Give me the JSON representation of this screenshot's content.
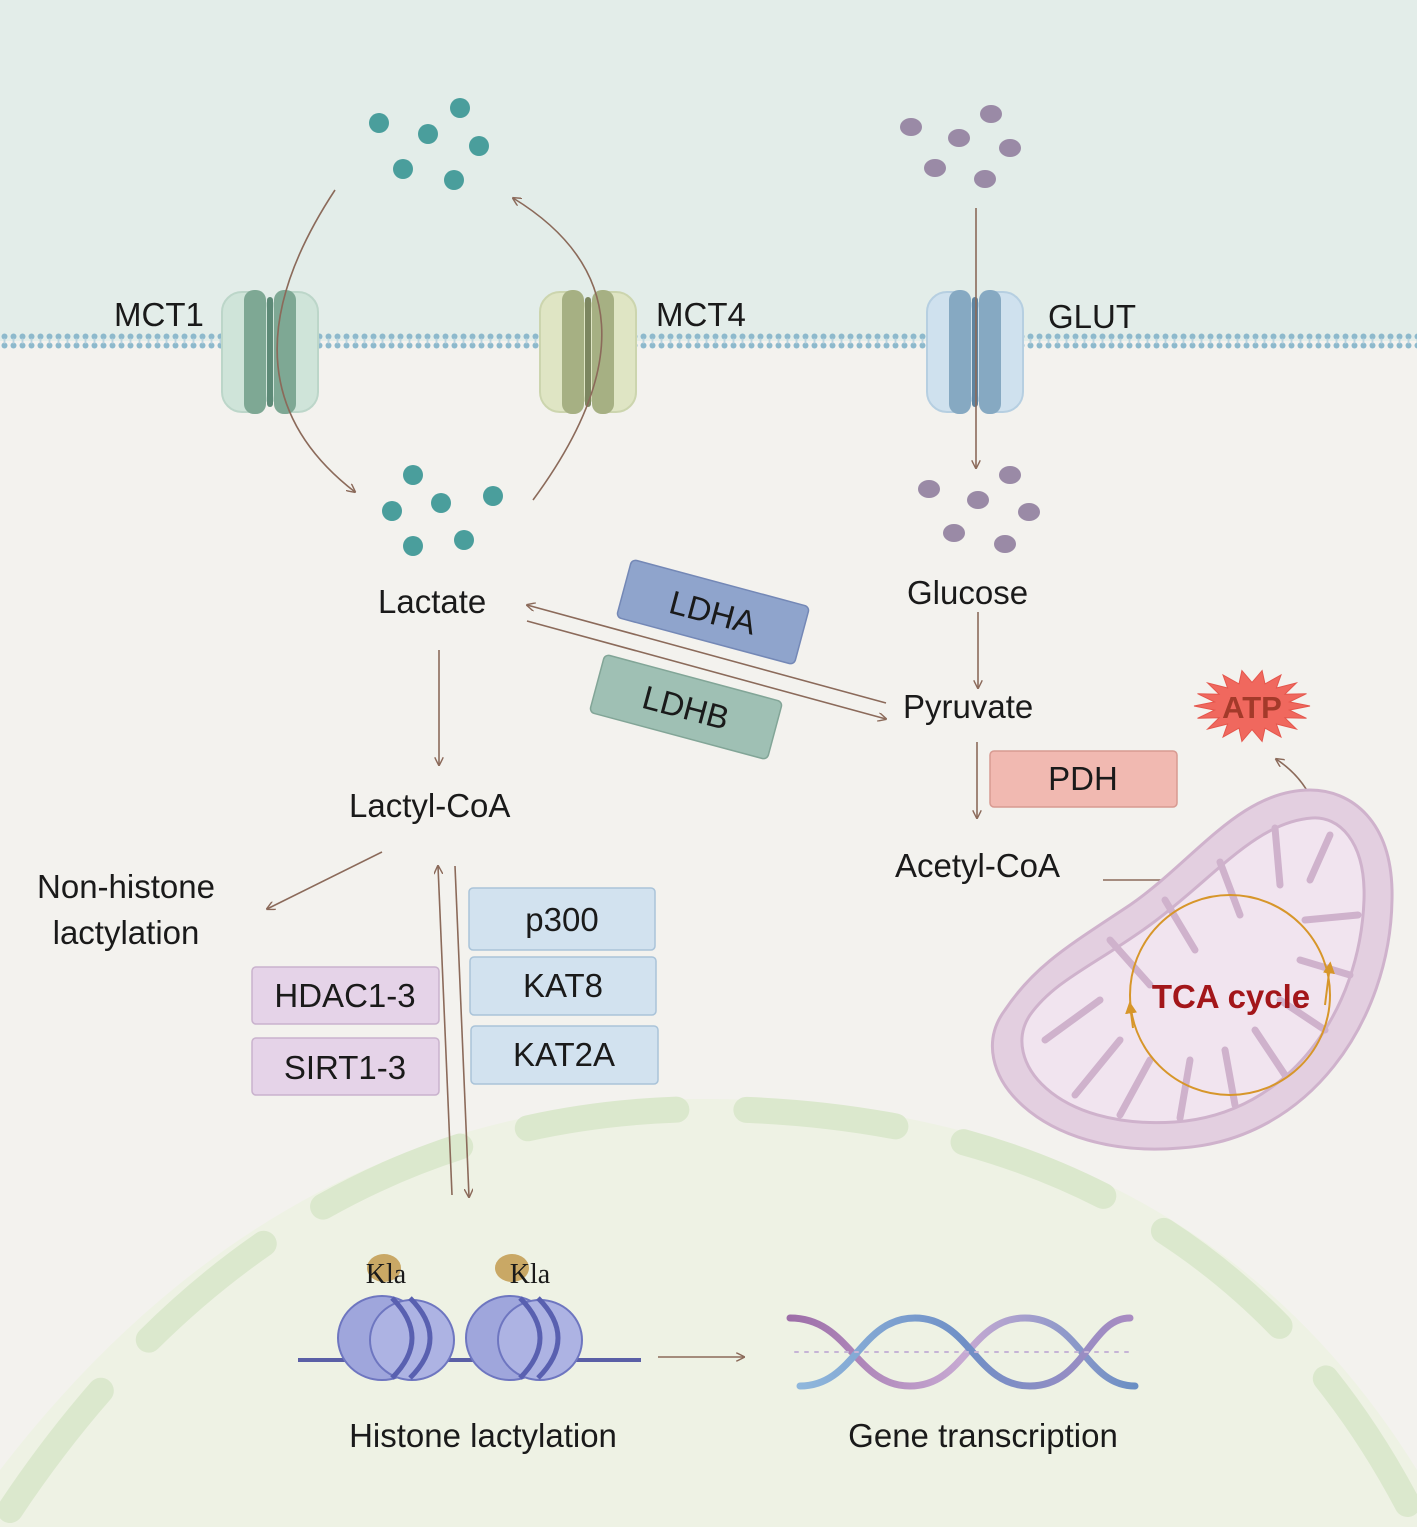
{
  "transporters": {
    "mct1": "MCT1",
    "mct4": "MCT4",
    "glut": "GLUT"
  },
  "metabolites": {
    "lactate": "Lactate",
    "glucose": "Glucose",
    "pyruvate": "Pyruvate",
    "lactyl_coa": "Lactyl-CoA",
    "acetyl_coa": "Acetyl-CoA"
  },
  "enzymes": {
    "ldha": "LDHA",
    "ldhb": "LDHB",
    "pdh": "PDH",
    "writers": [
      "p300",
      "KAT8",
      "KAT2A"
    ],
    "erasers": [
      "HDAC1-3",
      "SIRT1-3"
    ]
  },
  "processes": {
    "non_histone_line1": "Non-histone",
    "non_histone_line2": "lactylation",
    "histone_lactylation": "Histone lactylation",
    "gene_transcription": "Gene transcription",
    "tca_cycle": "TCA cycle",
    "atp": "ATP",
    "kla": "Kla"
  },
  "colors": {
    "extracellular": "#e3ede9",
    "cytoplasm": "#f3f2ee",
    "nucleus": "#eef2e4",
    "membrane": "#8db9cc",
    "lactate_dot": "#4a9e9c",
    "glucose_dot": "#9a8aa6",
    "arrow": "#8b6a5a",
    "ldha": "#8fa4cc",
    "ldhb": "#9fc0b4",
    "pdh": "#f1b9b1",
    "writer": "#d2e2ef",
    "eraser": "#e5d3e8",
    "mitochondrion": "#e3cfe0",
    "tca": "#a3161a",
    "atp_burst": "#f0685e"
  }
}
